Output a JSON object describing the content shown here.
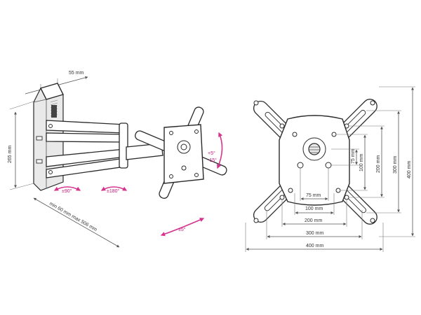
{
  "dimensions": {
    "depth_label": "55 mm",
    "height_label": "265 mm",
    "extension_label": "min 60 mm max 506 mm",
    "vesa_h_100": "100 mm",
    "vesa_h_200": "200 mm",
    "vesa_h_300": "300 mm",
    "vesa_h_400": "400 mm",
    "vesa_h_75": "75 mm",
    "vesa_v_75": "75 mm",
    "vesa_v_100": "100 mm",
    "vesa_v_200": "200 mm",
    "vesa_v_300": "300 mm",
    "vesa_v_400": "400 mm"
  },
  "motion": {
    "swivel_wall": "±90°",
    "swivel_arm": "±180°",
    "tilt_up": "+5°",
    "tilt_down": "-15°",
    "rotation": "±5°"
  },
  "colors": {
    "accent": "#d6338f",
    "line": "#2a2a2a"
  }
}
